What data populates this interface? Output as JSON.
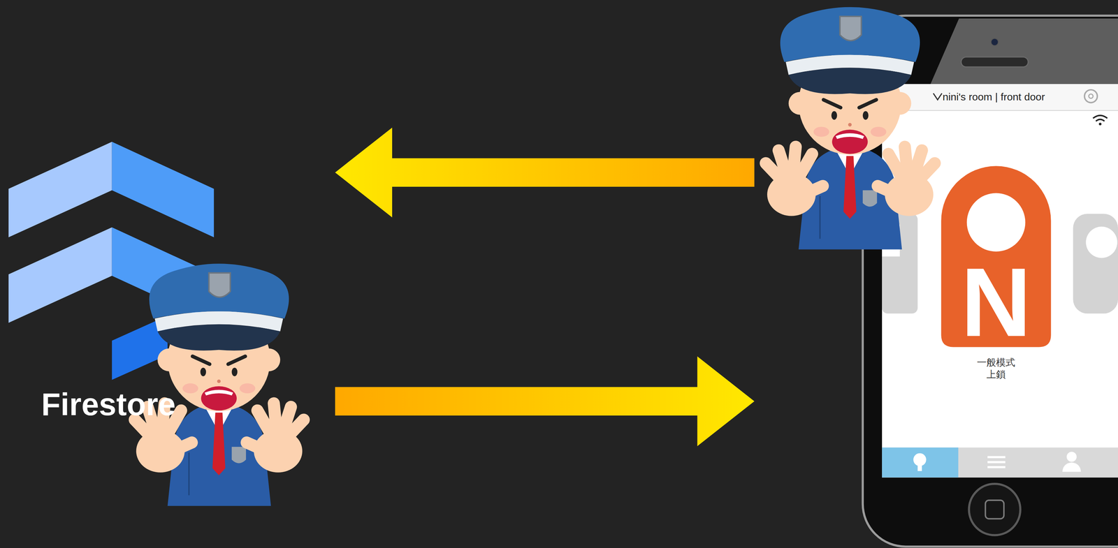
{
  "diagram": {
    "nodes": [
      {
        "text": [
          "Firestore"
        ]
      },
      {
        "text": [
          "nini's room | front door",
          "一般模式 上鎖"
        ]
      }
    ],
    "edges": [
      {
        "from": 1,
        "to": 0,
        "arrow": "to"
      },
      {
        "from": 0,
        "to": 1,
        "arrow": "to"
      }
    ],
    "labels": [
      "N"
    ]
  }
}
